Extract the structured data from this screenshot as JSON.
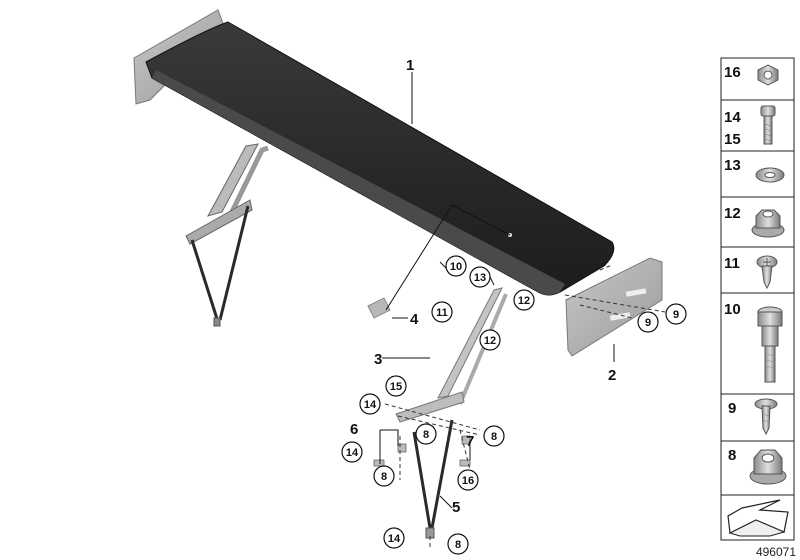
{
  "diagram": {
    "reference_number": "496071",
    "main_labels": [
      "1",
      "2",
      "3",
      "4",
      "5",
      "6",
      "7"
    ],
    "callouts": [
      "10",
      "13",
      "12",
      "11",
      "12",
      "9",
      "9",
      "15",
      "14",
      "8",
      "8",
      "14",
      "8",
      "16",
      "14",
      "8"
    ],
    "side_panel": [
      "16",
      "14",
      "15",
      "13",
      "12",
      "11",
      "10",
      "9",
      "8"
    ],
    "icons": [
      "rear-wing-icon",
      "end-plate-icon",
      "wing-strut-icon",
      "adhesive-pad-icon",
      "nut-icon",
      "hex-bolt-icon",
      "washer-icon",
      "collar-nut-icon",
      "clip-screw-icon",
      "shoulder-bolt-icon",
      "torx-screw-icon",
      "flange-nut-icon",
      "arrow-icon"
    ]
  }
}
